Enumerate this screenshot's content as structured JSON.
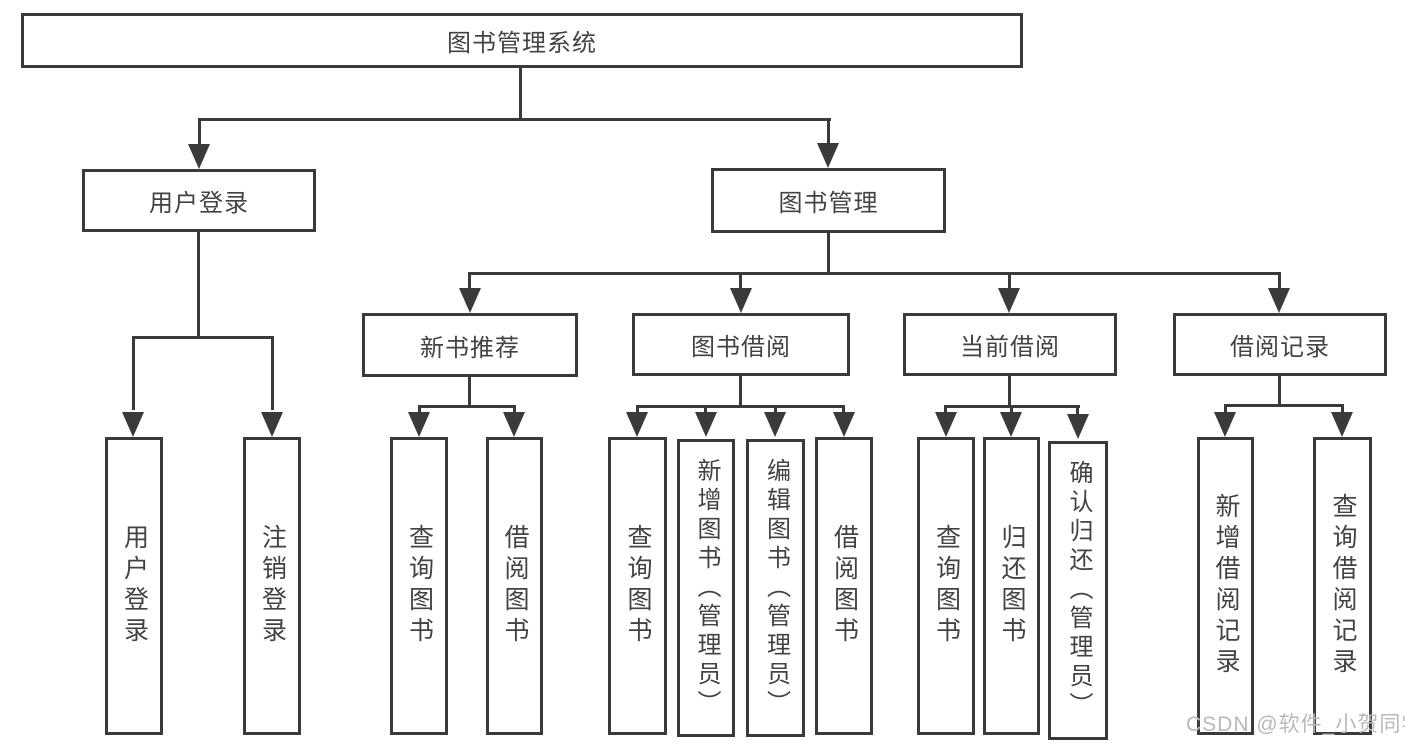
{
  "colors": {
    "line": "#3a3a3a",
    "text": "#434347",
    "watermark": "#b9b9b9",
    "background": "#ffffff"
  },
  "nodes": {
    "root": "图书管理系统",
    "userLogin": "用户登录",
    "bookMgmt": "图书管理",
    "newBook": "新书推荐",
    "bookBorrow": "图书借阅",
    "currentBorrow": "当前借阅",
    "borrowRecord": "借阅记录"
  },
  "leaves": {
    "userLogin": [
      "用户登录",
      "注销登录"
    ],
    "newBook": [
      "查询图书",
      "借阅图书"
    ],
    "bookBorrow": [
      "查询图书",
      "新增图书（管理员）",
      "编辑图书（管理员）",
      "借阅图书"
    ],
    "currentBorrow": [
      "查询图书",
      "归还图书",
      "确认归还（管理员）"
    ],
    "borrowRecord": [
      "新增借阅记录",
      "查询借阅记录"
    ]
  },
  "watermark": "CSDN @软件_小贺同学"
}
